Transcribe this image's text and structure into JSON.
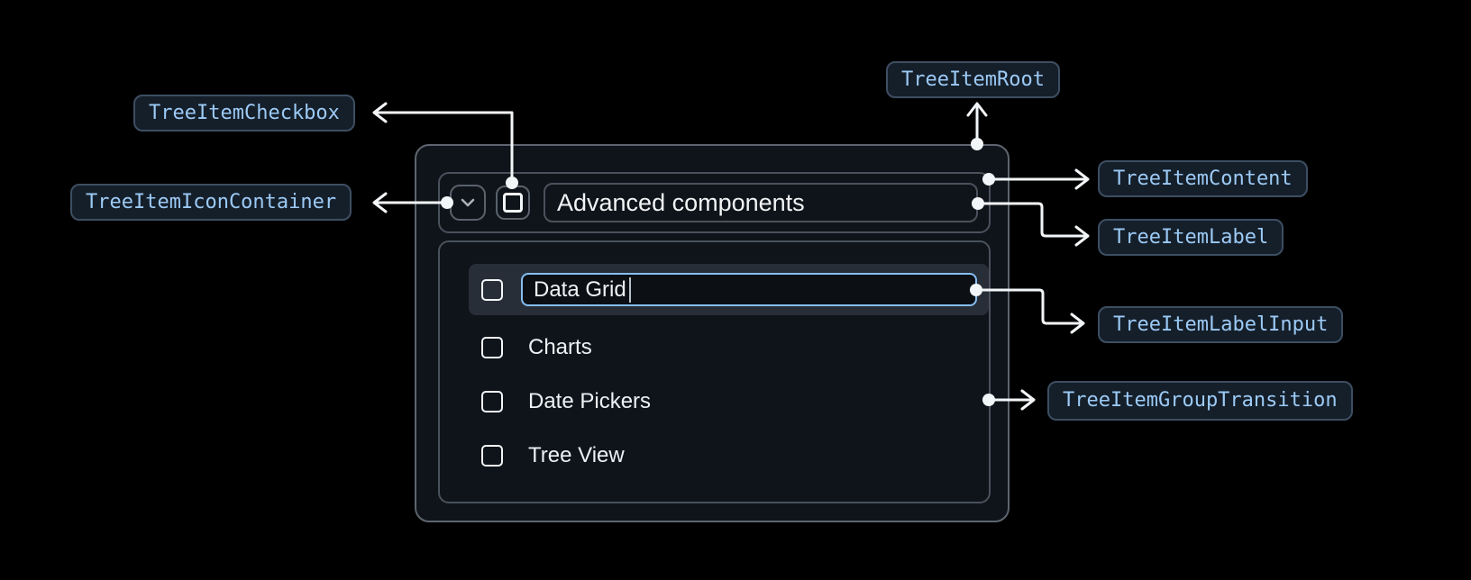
{
  "annotations": {
    "items": [
      {
        "id": "tree-item-checkbox",
        "label": "TreeItemCheckbox"
      },
      {
        "id": "tree-item-icon-container",
        "label": "TreeItemIconContainer"
      },
      {
        "id": "tree-item-root",
        "label": "TreeItemRoot"
      },
      {
        "id": "tree-item-content",
        "label": "TreeItemContent"
      },
      {
        "id": "tree-item-label",
        "label": "TreeItemLabel"
      },
      {
        "id": "tree-item-label-input",
        "label": "TreeItemLabelInput"
      },
      {
        "id": "tree-item-group-transition",
        "label": "TreeItemGroupTransition"
      }
    ],
    "badge_text_color": "#9ccaf5",
    "badge_bg": "#151f2a",
    "badge_border": "#3d4e62"
  },
  "tree": {
    "parent": {
      "label": "Advanced components",
      "expanded": true,
      "checkbox_checked": false
    },
    "editing_item": {
      "value": "Data Grid",
      "cursor_visible": true
    },
    "children": [
      {
        "label": "Data Grid",
        "editing": true,
        "checked": false
      },
      {
        "label": "Charts",
        "checked": false
      },
      {
        "label": "Date Pickers",
        "checked": false
      },
      {
        "label": "Tree View",
        "checked": false
      }
    ]
  },
  "icons": {
    "expand": "chevron-down-icon",
    "checkbox": "checkbox-unchecked-icon"
  },
  "colors": {
    "page_bg": "#000000",
    "panel_bg": "#0f141a",
    "panel_border": "#5d656f",
    "inner_border": "#49515c",
    "selected_row_bg": "#272e37",
    "input_focus_border": "#86bef2",
    "arrow_color": "#f3f6f8",
    "text_primary": "#f2f4f6"
  }
}
